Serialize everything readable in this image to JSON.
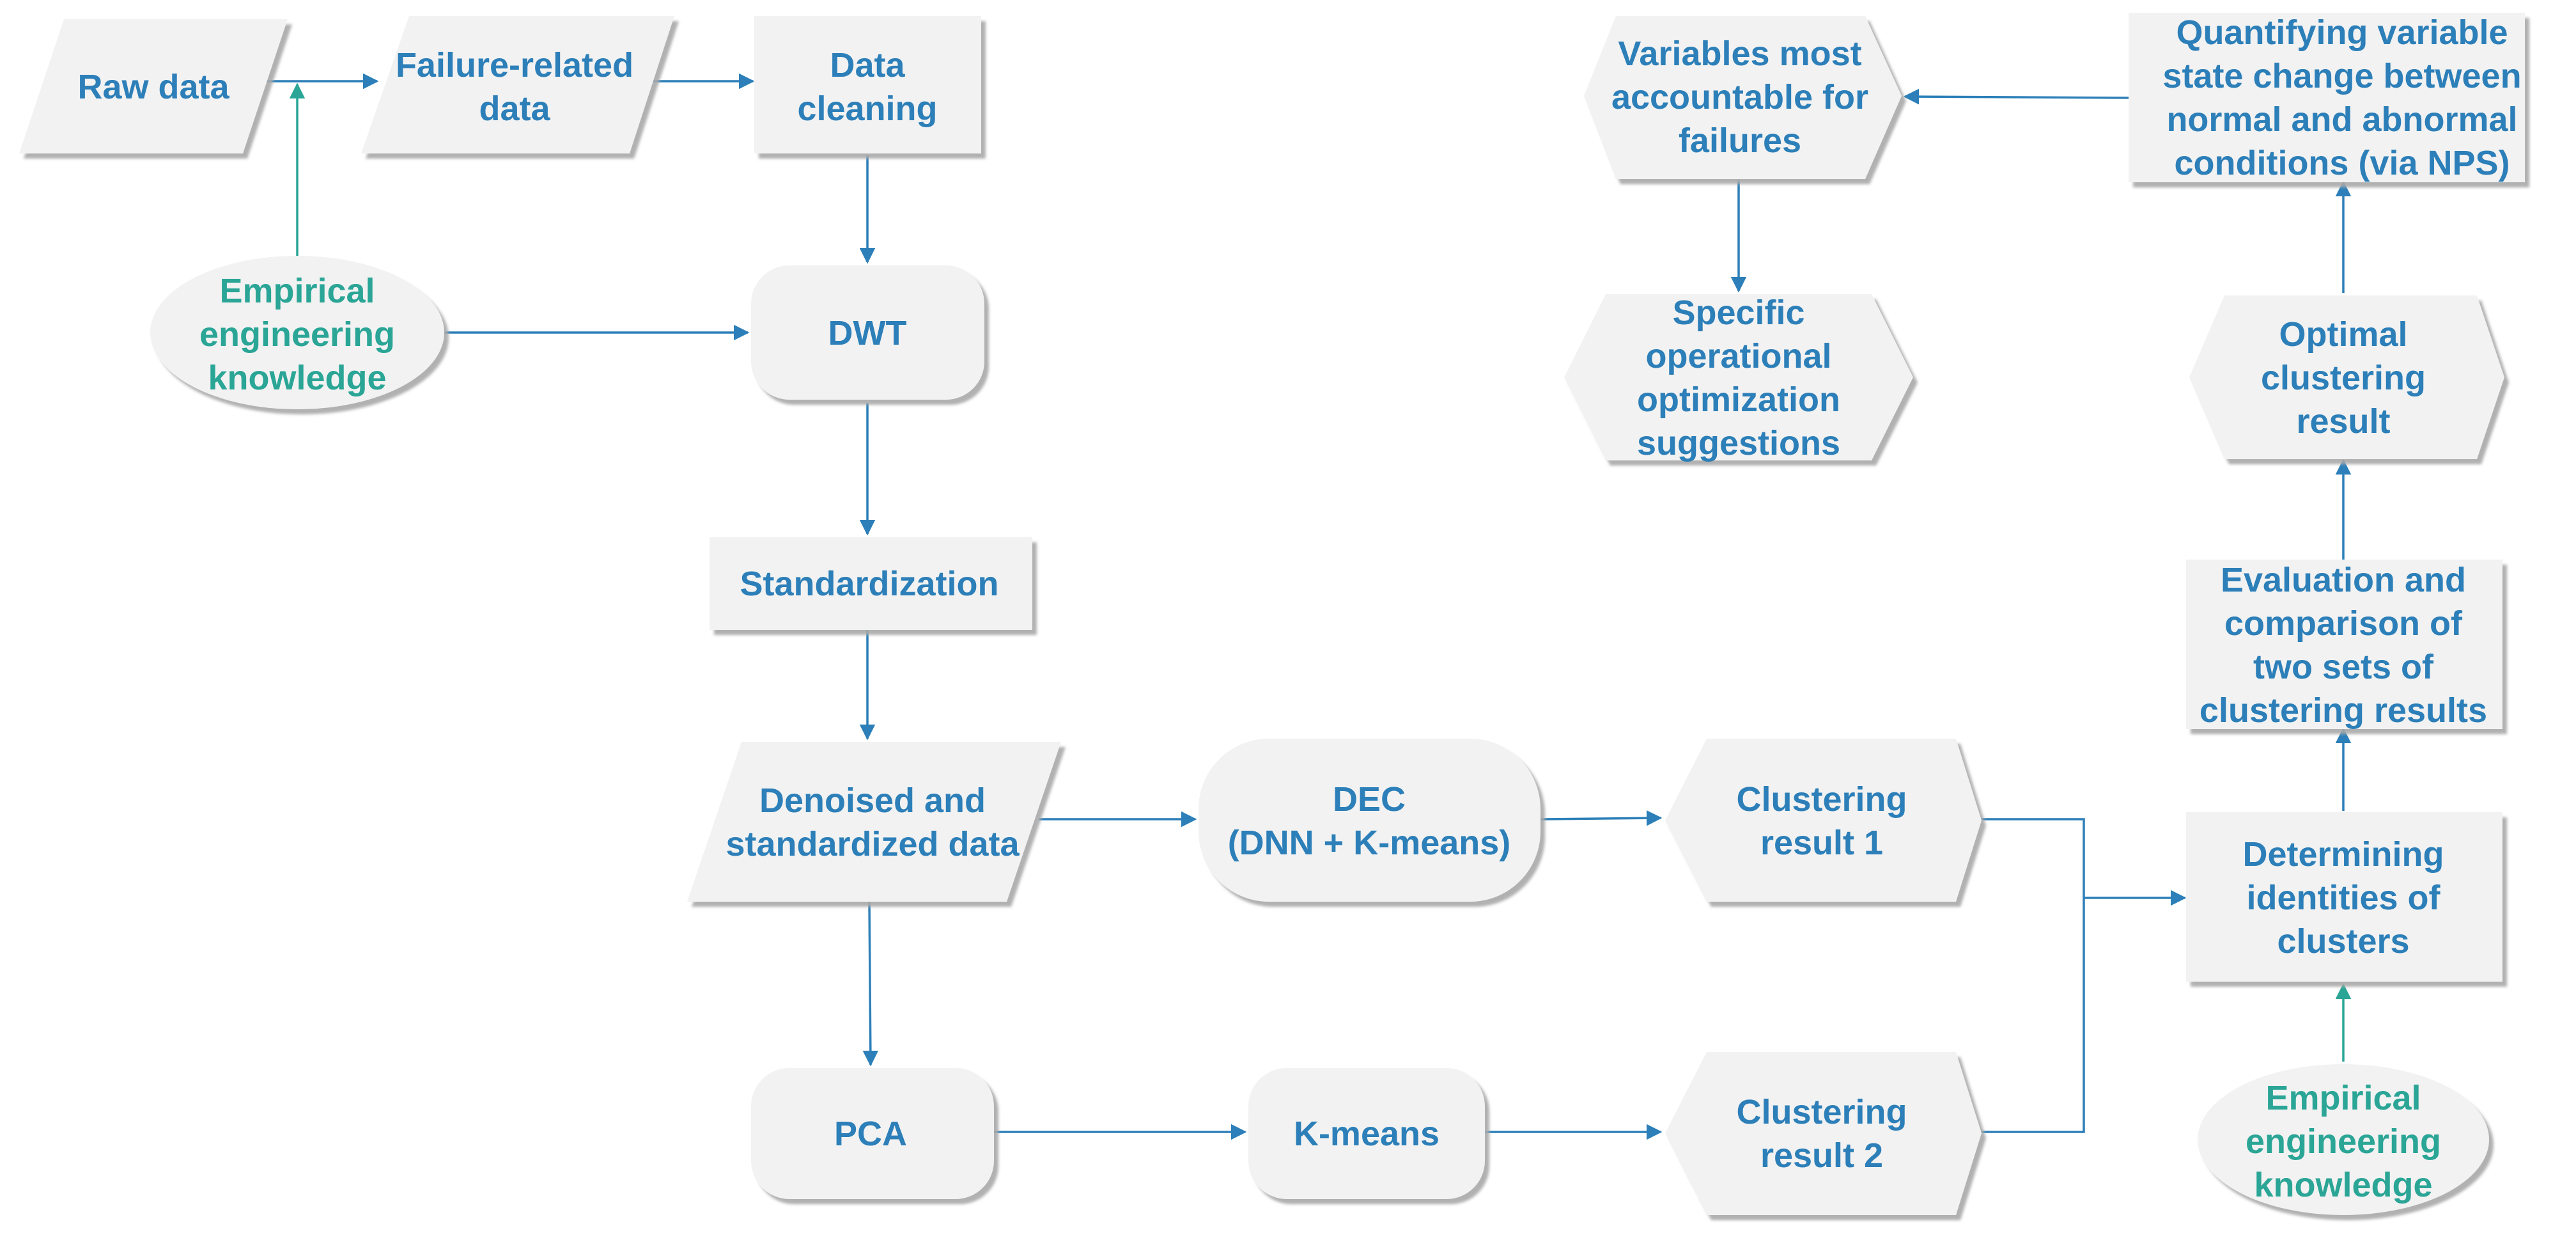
{
  "nodes": {
    "raw_data": [
      "Raw data"
    ],
    "failure_related_data": [
      "Failure-related",
      "data"
    ],
    "data_cleaning": [
      "Data",
      "cleaning"
    ],
    "knowledge_top": [
      "Empirical",
      "engineering",
      "knowledge"
    ],
    "dwt": [
      "DWT"
    ],
    "standardization": [
      "Standardization"
    ],
    "denoised_data": [
      "Denoised and",
      "standardized data"
    ],
    "dec": [
      "DEC",
      "(DNN + K-means)"
    ],
    "clustering_1": [
      "Clustering",
      "result 1"
    ],
    "pca": [
      "PCA"
    ],
    "kmeans": [
      "K-means"
    ],
    "clustering_2": [
      "Clustering",
      "result 2"
    ],
    "identities": [
      "Determining",
      "identities of",
      "clusters"
    ],
    "knowledge_bottom": [
      "Empirical",
      "engineering",
      "knowledge"
    ],
    "evaluation": [
      "Evaluation and",
      "comparison of",
      "two sets of",
      "clustering results"
    ],
    "optimal": [
      "Optimal",
      "clustering",
      "result"
    ],
    "quantifying": [
      "Quantifying variable",
      "state change between",
      "normal and abnormal",
      "conditions (via NPS)"
    ],
    "variables": [
      "Variables most",
      "accountable for",
      "failures"
    ],
    "suggestions": [
      "Specific",
      "operational",
      "optimization",
      "suggestions"
    ]
  },
  "colors": {
    "box_fill": "#f2f2f2",
    "shadow": "#b3b3b3",
    "text_blue": "#2c7fb8",
    "text_green": "#2aa596",
    "edge_blue": "#2c7fb8",
    "edge_green": "#2aa596"
  }
}
